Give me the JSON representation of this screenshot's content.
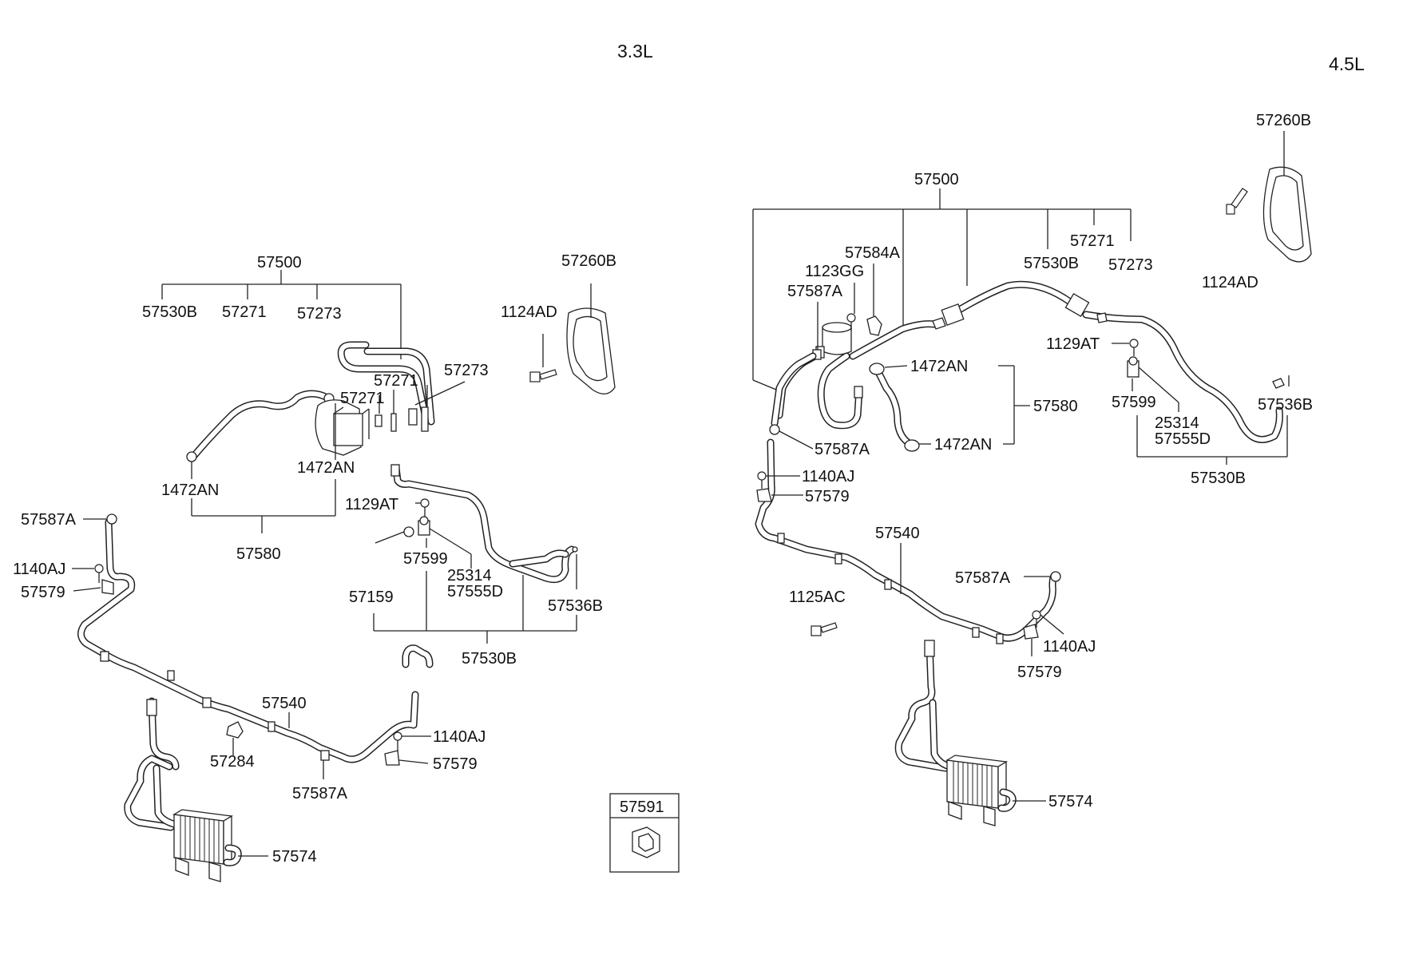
{
  "sections": {
    "left_title": "3.3L",
    "right_title": "4.5L"
  },
  "left": {
    "assy": "57500",
    "assy_sub_a": "57530B",
    "assy_sub_b": "57271",
    "assy_sub_c": "57273",
    "shield": "57260B",
    "shield_bolt": "1124AD",
    "fitting_a": "57271",
    "fitting_b": "57271",
    "fitting_c": "57273",
    "hose_clamp_a": "1472AN",
    "hose_clamp_b": "1472AN",
    "hose_group": "57580",
    "clip_a": "57587A",
    "bolt_a": "1140AJ",
    "bracket_a": "57579",
    "bolt_b": "1129AT",
    "valve": "57599",
    "part_25314": "25314",
    "part_57555d": "57555D",
    "part_57159": "57159",
    "hose_end": "57536B",
    "hose_group_b": "57530B",
    "tube": "57540",
    "bracket_b": "57284",
    "clip_b": "57587A",
    "bolt_c": "1140AJ",
    "bracket_c": "57579",
    "cooler": "57574"
  },
  "center": {
    "inset": "57591"
  },
  "right": {
    "assy": "57500",
    "clip_a": "57584A",
    "bolt_a": "1123GG",
    "clip_b": "57587A",
    "assy_sub_a": "57530B",
    "assy_sub_b": "57271",
    "assy_sub_c": "57273",
    "shield": "57260B",
    "shield_bolt": "1124AD",
    "hose_clamp_a": "1472AN",
    "hose_clamp_b": "1472AN",
    "hose_group": "57580",
    "clip_c": "57587A",
    "bolt_b": "1129AT",
    "valve": "57599",
    "part_25314": "25314",
    "part_57555d": "57555D",
    "hose_end": "57536B",
    "hose_group_b": "57530B",
    "bolt_c": "1140AJ",
    "bracket_a": "57579",
    "tube": "57540",
    "bolt_d": "1125AC",
    "clip_d": "57587A",
    "bolt_e": "1140AJ",
    "bracket_b": "57579",
    "cooler": "57574"
  }
}
